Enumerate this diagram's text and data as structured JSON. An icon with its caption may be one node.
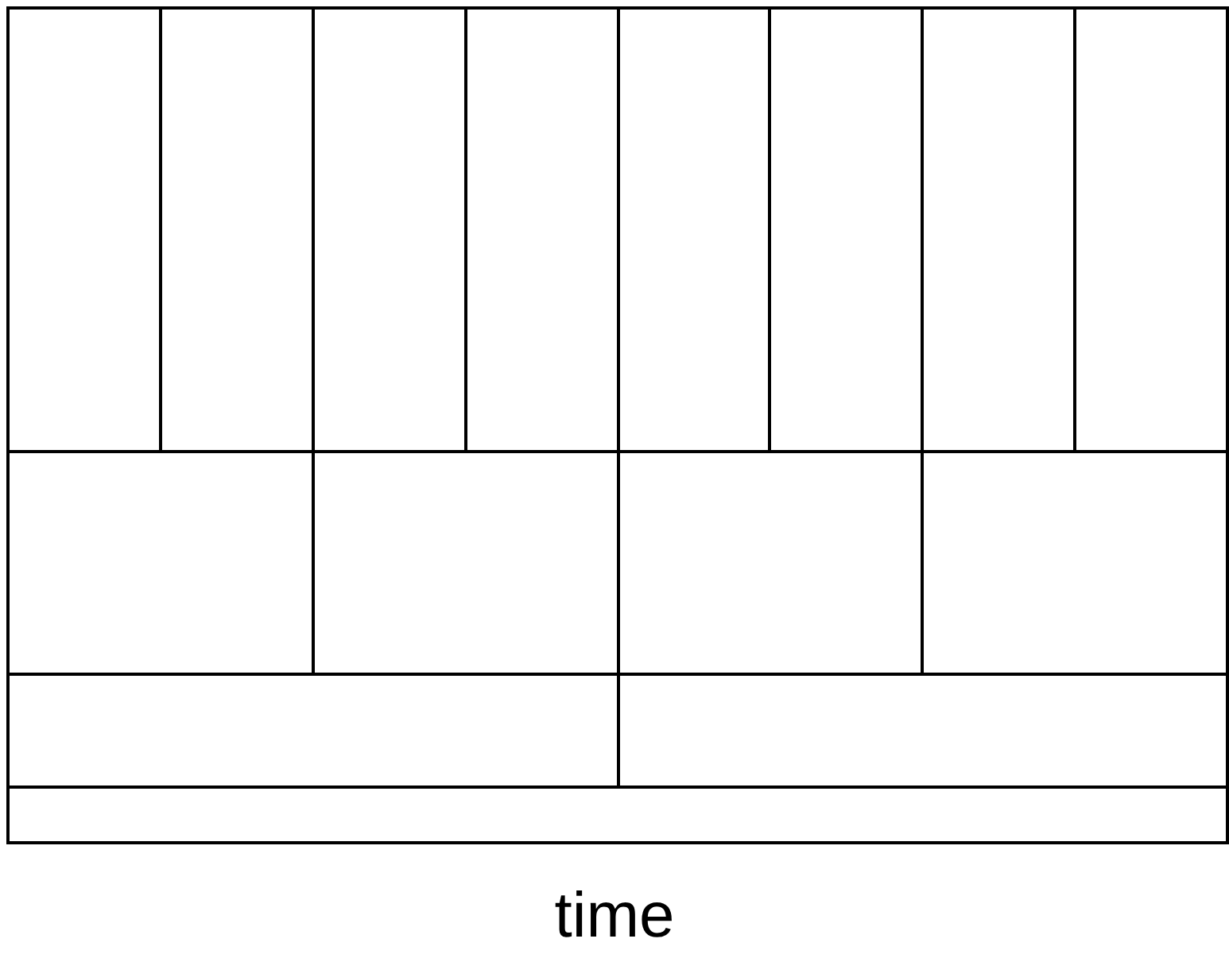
{
  "diagram": {
    "nodes": [
      {
        "text": [],
        "shape": "box"
      },
      {
        "text": [],
        "shape": "box"
      },
      {
        "text": [],
        "shape": "box"
      },
      {
        "text": [],
        "shape": "box"
      },
      {
        "text": [],
        "shape": "box"
      },
      {
        "text": [],
        "shape": "box"
      },
      {
        "text": [],
        "shape": "box"
      },
      {
        "text": [],
        "shape": "box"
      },
      {
        "text": [],
        "shape": "box"
      },
      {
        "text": [],
        "shape": "box"
      },
      {
        "text": [],
        "shape": "box"
      },
      {
        "text": [],
        "shape": "box"
      },
      {
        "text": [],
        "shape": "box"
      },
      {
        "text": [],
        "shape": "box"
      },
      {
        "text": [],
        "shape": "box"
      }
    ],
    "labels": [
      "time"
    ]
  }
}
